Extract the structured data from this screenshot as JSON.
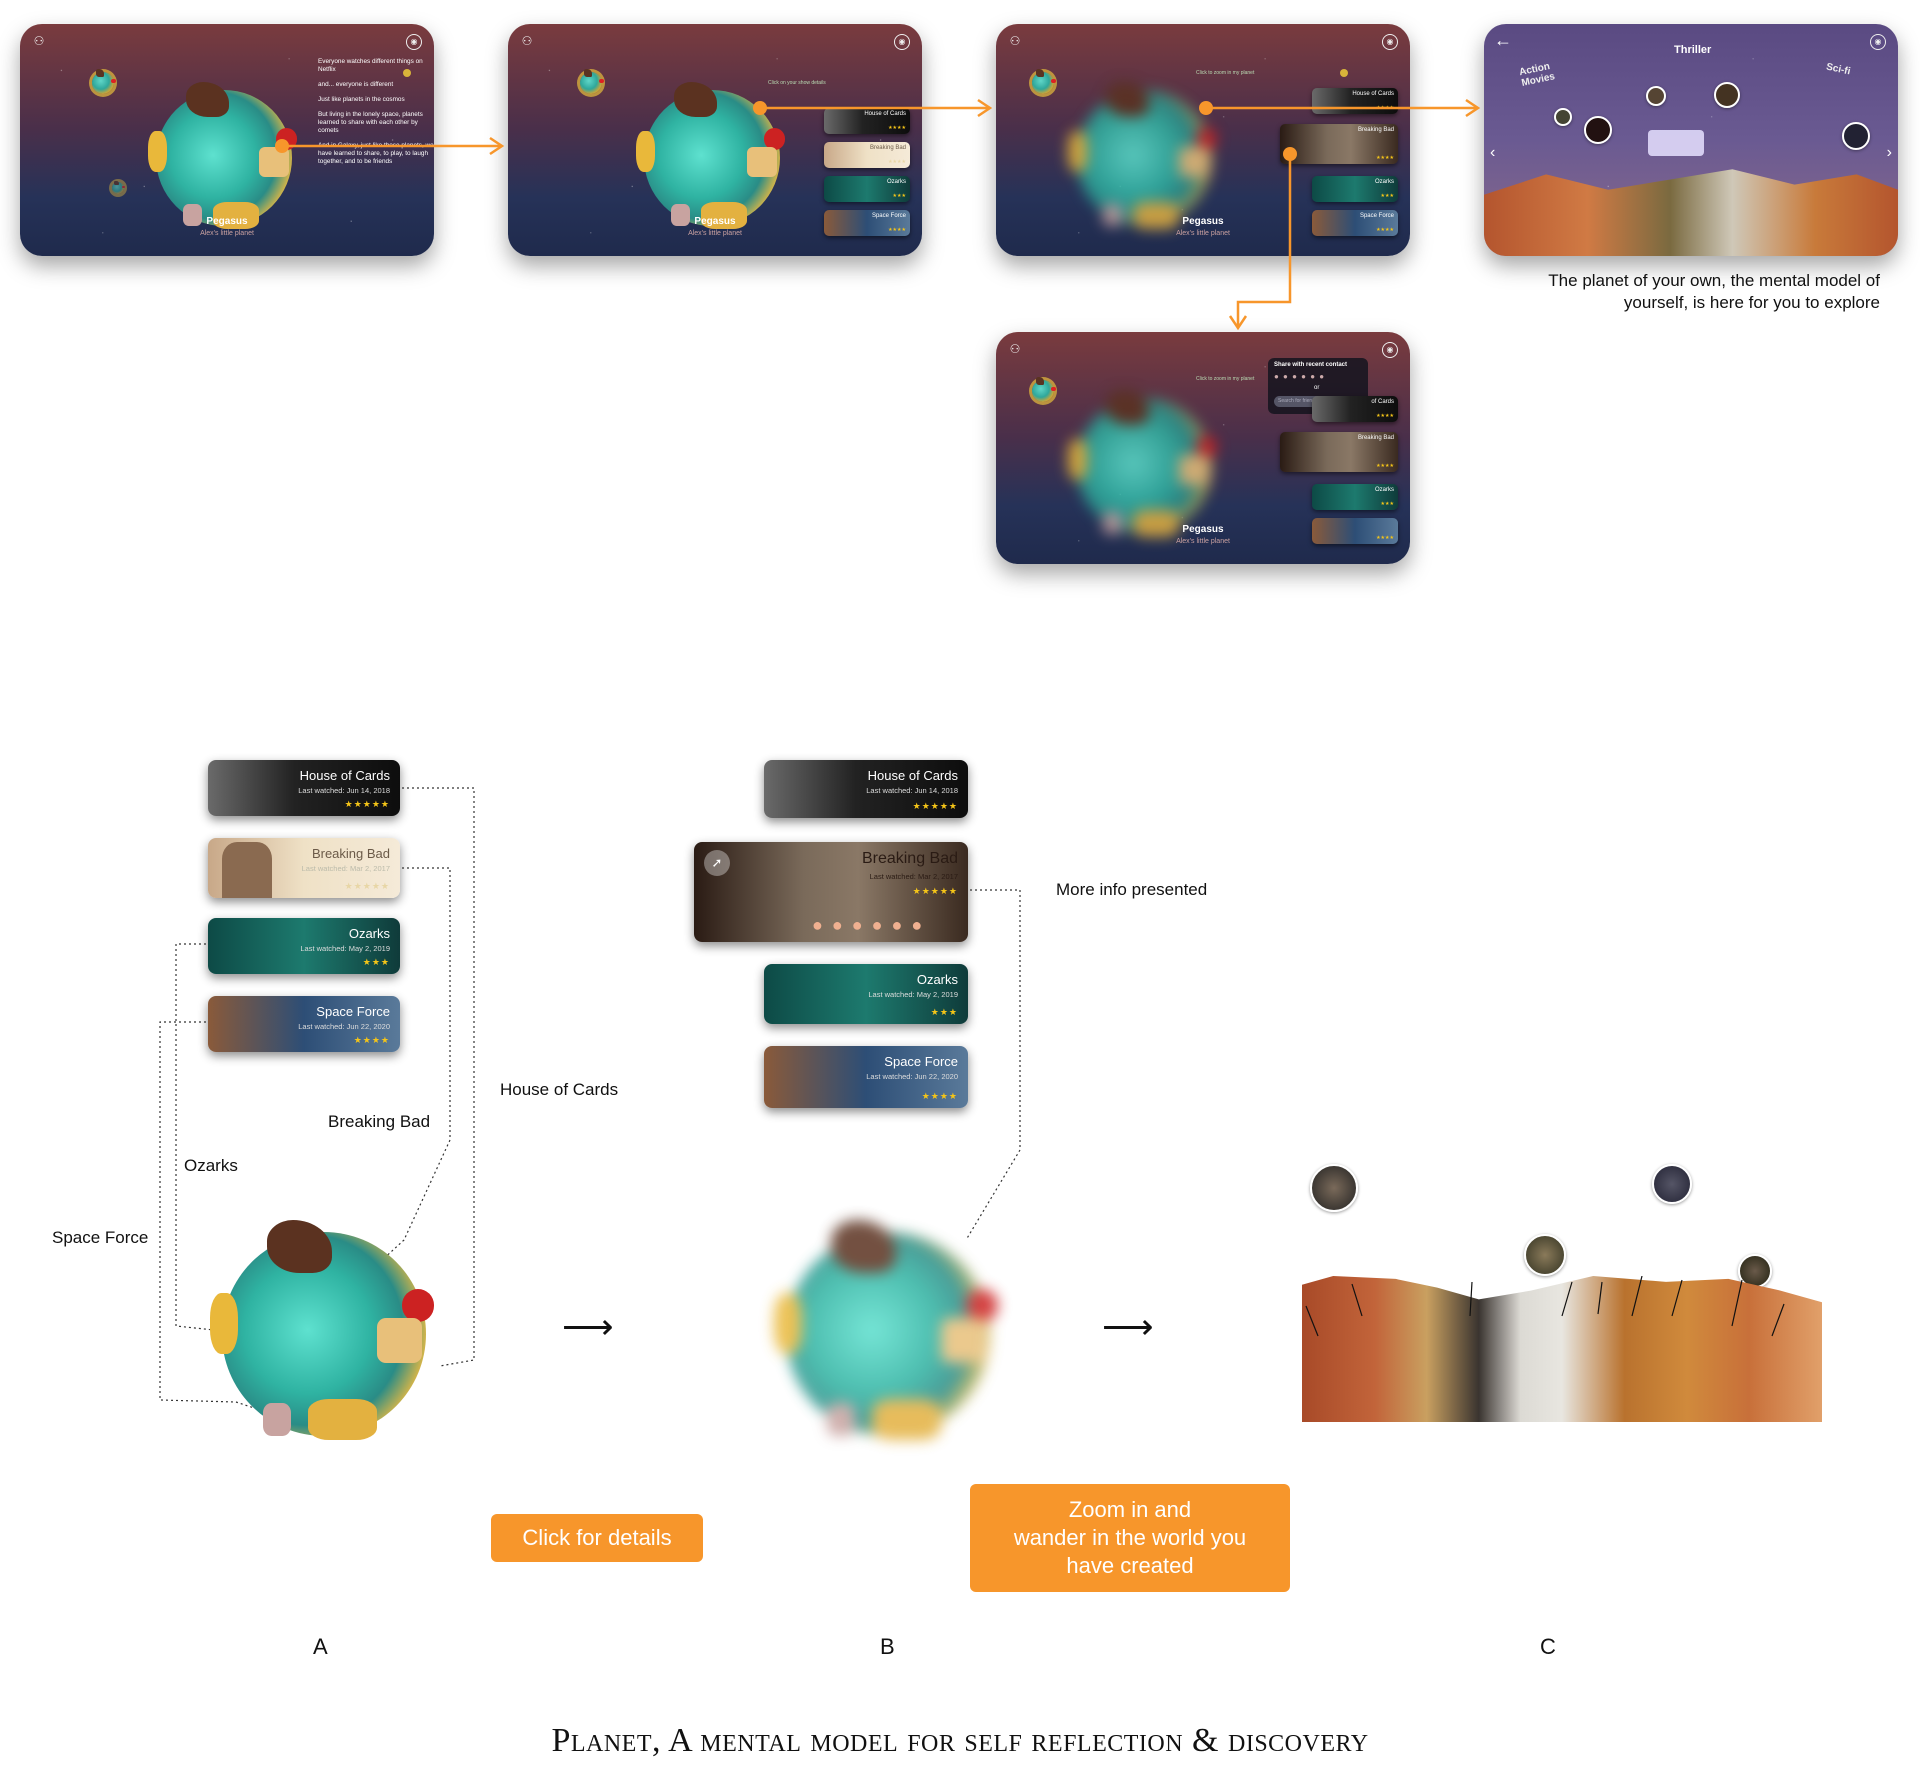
{
  "screen1": {
    "planet_name": "Pegasus",
    "planet_sub": "Alex's little planet",
    "intro": [
      "Everyone watches different things on Netflix",
      "and... everyone is different",
      "Just like planets in the cosmos",
      "But living in the lonely space, planets learned to share with each other by comets",
      "And in Galaxy, just like those planets, we have learned to share, to play, to laugh together, and to be friends"
    ]
  },
  "screen2": {
    "planet_name": "Pegasus",
    "planet_sub": "Alex's little planet",
    "hint": "Click on your show details"
  },
  "screen3": {
    "planet_name": "Pegasus",
    "planet_sub": "Alex's little planet",
    "hint": "Click to zoom in my planet"
  },
  "screen5": {
    "planet_name": "Pegasus",
    "planet_sub": "Alex's little planet",
    "hint": "Click to zoom in my planet",
    "share_title": "Share with recent contact",
    "share_or": "or",
    "share_search": "Search for friends"
  },
  "screen4": {
    "genre_top": "Thriller",
    "genre_left": "Action Movies",
    "genre_right": "Sci-fi"
  },
  "mini_cards": {
    "hoc": "House of Cards",
    "bb": "Breaking Bad",
    "oz": "Ozarks",
    "sf": "Space Force"
  },
  "caption": {
    "line1": "The planet of your own, the mental model of",
    "line2": "yourself, is here for you to explore"
  },
  "cards": [
    {
      "title": "House of Cards",
      "date": "Last watched: Jun 14, 2018",
      "stars": "★★★★★"
    },
    {
      "title": "Breaking Bad",
      "date": "Last watched: Mar 2, 2017",
      "stars": "★★★★★"
    },
    {
      "title": "Ozarks",
      "date": "Last watched: May 2, 2019",
      "stars": "★★★"
    },
    {
      "title": "Space Force",
      "date": "Last watched: Jun 22, 2020",
      "stars": "★★★★"
    }
  ],
  "labels": {
    "house_of_cards": "House of Cards",
    "breaking_bad": "Breaking Bad",
    "ozarks": "Ozarks",
    "space_force": "Space Force",
    "more_info": "More info presented"
  },
  "buttons": {
    "click_details": "Click for details",
    "zoom_line1": "Zoom in and",
    "zoom_line2": "wander in the world you",
    "zoom_line3": "have created"
  },
  "letters": {
    "a": "A",
    "b": "B",
    "c": "C"
  },
  "title": "Planet, A mental model for self reflection & discovery",
  "colors": {
    "accent": "#f7962b",
    "star": "#f5c518"
  }
}
